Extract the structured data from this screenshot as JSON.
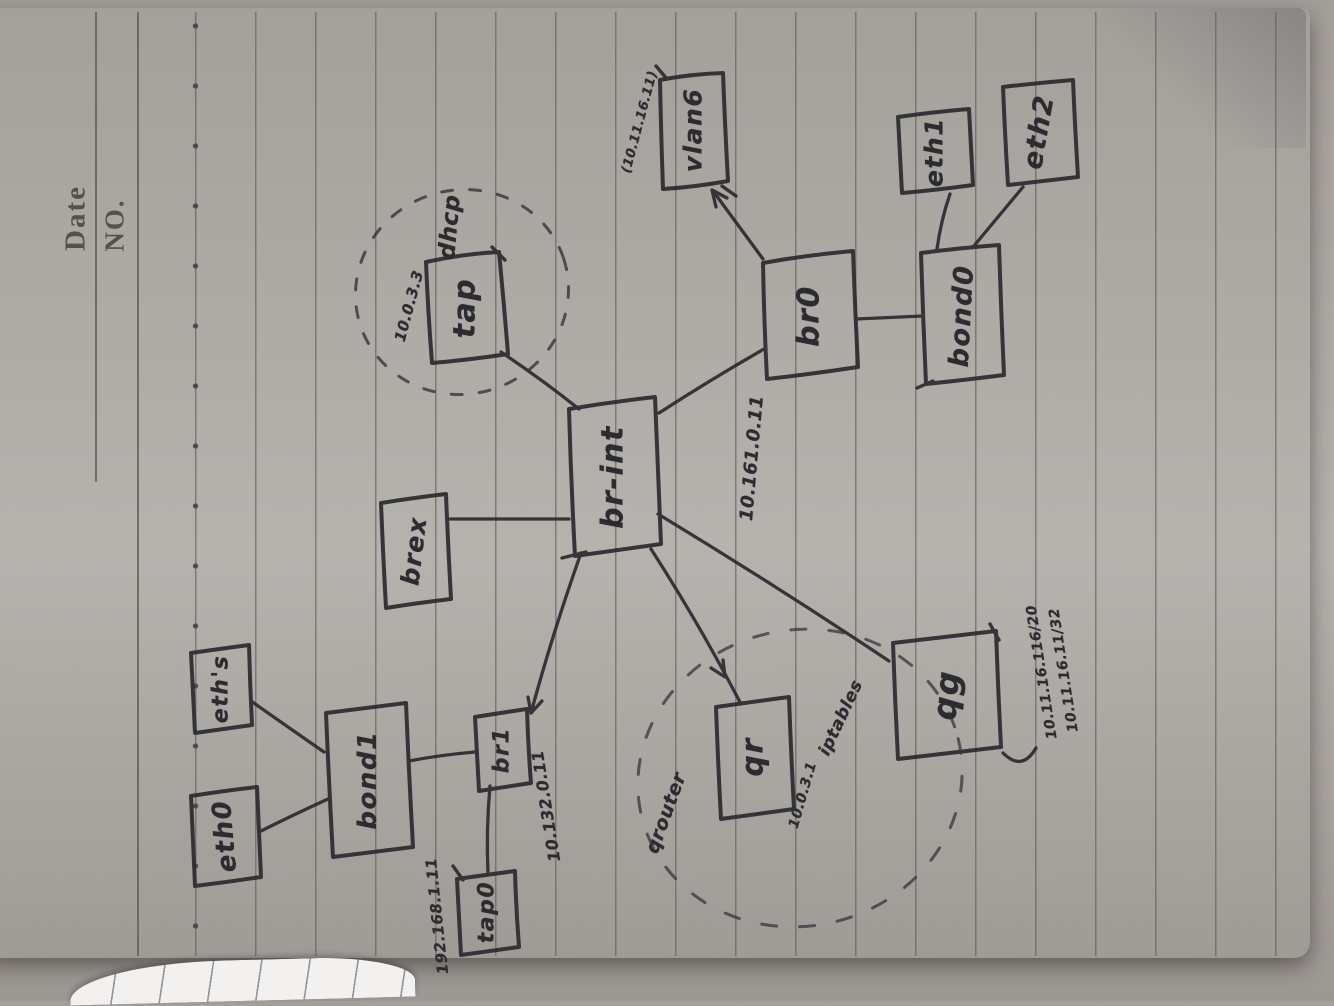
{
  "header": {
    "date_label": "Date",
    "no_label": "NO."
  },
  "diagram": {
    "nodes": {
      "br_int": {
        "label": "br-int"
      },
      "tap": {
        "label": "tap"
      },
      "vlan6": {
        "label": "vlan6"
      },
      "br0": {
        "label": "br0"
      },
      "bond0": {
        "label": "bond0"
      },
      "eth1": {
        "label": "eth1"
      },
      "eth2": {
        "label": "eth2"
      },
      "brex": {
        "label": "brex"
      },
      "bond1": {
        "label": "bond1"
      },
      "eth0": {
        "label": "eth0"
      },
      "eths": {
        "label": "eth's"
      },
      "br1": {
        "label": "br1"
      },
      "tap0": {
        "label": "tap0"
      },
      "qr": {
        "label": "qr"
      },
      "qg": {
        "label": "qg"
      }
    },
    "annotations": {
      "dhcp": "dhcp",
      "tap_ip": "10.0.3.3",
      "vlan_ip": "(10.11.16.11)",
      "br0_ip": "10.161.0.11",
      "br1_ip": "10.132.0.11",
      "tap0_ip": "192.168.1.11",
      "qr_ip": "10.0.3.1",
      "qrouter": "qrouter",
      "iptables": "iptables",
      "qg_ip1": "10.11.16.116/20",
      "qg_ip2": "10.11.16.11/32"
    },
    "edges": [
      [
        "tap",
        "br-int"
      ],
      [
        "br-int",
        "br0"
      ],
      [
        "br0",
        "bond0"
      ],
      [
        "br0",
        "vlan6"
      ],
      [
        "bond0",
        "eth1"
      ],
      [
        "bond0",
        "eth2"
      ],
      [
        "brex",
        "br-int"
      ],
      [
        "br-int",
        "br1"
      ],
      [
        "br1",
        "tap0"
      ],
      [
        "bond1",
        "br1"
      ],
      [
        "eth's",
        "bond1"
      ],
      [
        "eth0",
        "bond1"
      ],
      [
        "br-int",
        "qr"
      ],
      [
        "br-int",
        "qg"
      ]
    ],
    "ink_color": "#2b2b30",
    "paper_color": "#e4e2dd"
  }
}
